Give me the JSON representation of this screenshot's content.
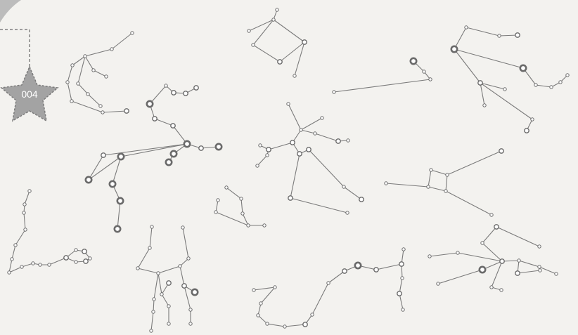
{
  "badge": {
    "number": "004"
  },
  "colors": {
    "background": "#f3f2ef",
    "line": "#7a7a7a",
    "badge_fill": "#a3a3a3"
  },
  "constellations": [
    {
      "id": "c1",
      "stars": [
        [
          188,
          47,
          "s"
        ],
        [
          159,
          70,
          "s"
        ],
        [
          121,
          80,
          "s"
        ],
        [
          103,
          93,
          "s"
        ],
        [
          133,
          100,
          "s"
        ],
        [
          151,
          109,
          "s"
        ],
        [
          96,
          117,
          "s"
        ],
        [
          111,
          119,
          "s"
        ],
        [
          125,
          134,
          "s"
        ],
        [
          102,
          144,
          "s"
        ],
        [
          143,
          151,
          "s"
        ],
        [
          146,
          160,
          "s"
        ],
        [
          180,
          158,
          "m"
        ]
      ],
      "edges": [
        [
          0,
          1
        ],
        [
          1,
          2
        ],
        [
          2,
          3
        ],
        [
          2,
          4
        ],
        [
          4,
          5
        ],
        [
          3,
          6
        ],
        [
          6,
          9
        ],
        [
          9,
          11
        ],
        [
          11,
          12
        ],
        [
          2,
          7
        ],
        [
          7,
          8
        ],
        [
          8,
          10
        ]
      ]
    },
    {
      "id": "c2",
      "stars": [
        [
          394,
          14,
          "s"
        ],
        [
          354,
          44,
          "s"
        ],
        [
          389,
          28,
          "s"
        ],
        [
          433,
          60,
          "m"
        ],
        [
          398,
          88,
          "m"
        ],
        [
          360,
          64,
          "s"
        ],
        [
          419,
          108,
          "s"
        ]
      ],
      "edges": [
        [
          0,
          2
        ],
        [
          2,
          1
        ],
        [
          2,
          3
        ],
        [
          3,
          4
        ],
        [
          4,
          5
        ],
        [
          5,
          2
        ],
        [
          3,
          6
        ]
      ]
    },
    {
      "id": "c3",
      "stars": [
        [
          475,
          131,
          "s"
        ],
        [
          612,
          113,
          "s"
        ],
        [
          588,
          87,
          "l"
        ],
        [
          603,
          102,
          "s"
        ]
      ],
      "edges": [
        [
          0,
          1
        ],
        [
          1,
          3
        ],
        [
          3,
          2
        ]
      ]
    },
    {
      "id": "c4",
      "stars": [
        [
          663,
          39,
          "s"
        ],
        [
          710,
          51,
          "s"
        ],
        [
          736,
          50,
          "m"
        ],
        [
          646,
          70,
          "l"
        ],
        [
          744,
          97,
          "l"
        ],
        [
          683,
          118,
          "m"
        ],
        [
          718,
          127,
          "s"
        ],
        [
          689,
          150,
          "s"
        ],
        [
          762,
          121,
          "s"
        ],
        [
          784,
          124,
          "s"
        ],
        [
          797,
          117,
          "s"
        ],
        [
          807,
          107,
          "s"
        ],
        [
          757,
          170,
          "s"
        ],
        [
          749,
          186,
          "m"
        ]
      ],
      "edges": [
        [
          0,
          1
        ],
        [
          1,
          2
        ],
        [
          0,
          3
        ],
        [
          3,
          4
        ],
        [
          3,
          5
        ],
        [
          5,
          6
        ],
        [
          5,
          7
        ],
        [
          5,
          12
        ],
        [
          12,
          13
        ],
        [
          4,
          8
        ],
        [
          8,
          9
        ],
        [
          9,
          10
        ],
        [
          10,
          11
        ]
      ]
    },
    {
      "id": "c5",
      "stars": [
        [
          279,
          125,
          "m"
        ],
        [
          264,
          133,
          "m"
        ],
        [
          247,
          132,
          "m"
        ],
        [
          236,
          122,
          "s"
        ],
        [
          213,
          148,
          "l"
        ],
        [
          220,
          169,
          "m"
        ],
        [
          246,
          179,
          "m"
        ],
        [
          266,
          205,
          "l"
        ],
        [
          247,
          219,
          "l"
        ],
        [
          240,
          231,
          "l"
        ],
        [
          286,
          211,
          "m"
        ],
        [
          311,
          209,
          "l"
        ],
        [
          172,
          223,
          "l"
        ],
        [
          147,
          221,
          "m"
        ],
        [
          126,
          256,
          "l"
        ],
        [
          160,
          262,
          "l"
        ],
        [
          171,
          286,
          "l"
        ],
        [
          167,
          326,
          "l"
        ]
      ],
      "edges": [
        [
          0,
          1
        ],
        [
          1,
          2
        ],
        [
          2,
          3
        ],
        [
          3,
          4
        ],
        [
          4,
          5
        ],
        [
          5,
          6
        ],
        [
          6,
          7
        ],
        [
          7,
          8
        ],
        [
          8,
          9
        ],
        [
          7,
          10
        ],
        [
          10,
          11
        ],
        [
          7,
          13
        ],
        [
          7,
          12
        ],
        [
          13,
          14
        ],
        [
          12,
          14
        ],
        [
          12,
          15
        ],
        [
          15,
          16
        ],
        [
          16,
          17
        ]
      ]
    },
    {
      "id": "c6",
      "stars": [
        [
          410,
          148,
          "s"
        ],
        [
          428,
          185,
          "s"
        ],
        [
          458,
          168,
          "s"
        ],
        [
          448,
          190,
          "s"
        ],
        [
          481,
          201,
          "m"
        ],
        [
          495,
          200,
          "s"
        ],
        [
          416,
          203,
          "m"
        ],
        [
          426,
          219,
          "m"
        ],
        [
          439,
          213,
          "m"
        ],
        [
          370,
          207,
          "s"
        ],
        [
          382,
          213,
          "m"
        ],
        [
          380,
          221,
          "s"
        ],
        [
          366,
          236,
          "s"
        ],
        [
          413,
          282,
          "m"
        ],
        [
          489,
          266,
          "s"
        ],
        [
          514,
          284,
          "m"
        ],
        [
          494,
          303,
          "s"
        ]
      ],
      "edges": [
        [
          0,
          1
        ],
        [
          1,
          2
        ],
        [
          1,
          3
        ],
        [
          3,
          4
        ],
        [
          4,
          5
        ],
        [
          1,
          6
        ],
        [
          6,
          10
        ],
        [
          10,
          9
        ],
        [
          10,
          11
        ],
        [
          11,
          12
        ],
        [
          6,
          7
        ],
        [
          7,
          8
        ],
        [
          7,
          13
        ],
        [
          8,
          14
        ],
        [
          14,
          15
        ],
        [
          13,
          16
        ]
      ]
    },
    {
      "id": "c7",
      "stars": [
        [
          713,
          215,
          "m"
        ],
        [
          613,
          242,
          "s"
        ],
        [
          636,
          249,
          "s"
        ],
        [
          609,
          266,
          "s"
        ],
        [
          634,
          272,
          "s"
        ],
        [
          549,
          261,
          "s"
        ],
        [
          699,
          306,
          "s"
        ]
      ],
      "edges": [
        [
          0,
          2
        ],
        [
          1,
          2
        ],
        [
          1,
          3
        ],
        [
          3,
          4
        ],
        [
          4,
          2
        ],
        [
          5,
          3
        ],
        [
          4,
          6
        ]
      ]
    },
    {
      "id": "c8",
      "stars": [
        [
          322,
          267,
          "s"
        ],
        [
          310,
          285,
          "s"
        ],
        [
          343,
          283,
          "s"
        ],
        [
          307,
          302,
          "s"
        ],
        [
          345,
          304,
          "s"
        ],
        [
          353,
          321,
          "s"
        ],
        [
          376,
          321,
          "s"
        ]
      ],
      "edges": [
        [
          0,
          2
        ],
        [
          2,
          4
        ],
        [
          4,
          5
        ],
        [
          5,
          6
        ],
        [
          1,
          3
        ],
        [
          3,
          5
        ]
      ]
    },
    {
      "id": "c9",
      "stars": [
        [
          42,
          272,
          "s"
        ],
        [
          35,
          291,
          "s"
        ],
        [
          34,
          303,
          "s"
        ],
        [
          36,
          327,
          "s"
        ],
        [
          22,
          349,
          "s"
        ],
        [
          17,
          369,
          "s"
        ],
        [
          13,
          388,
          "s"
        ],
        [
          31,
          380,
          "s"
        ],
        [
          47,
          375,
          "s"
        ],
        [
          57,
          377,
          "s"
        ],
        [
          70,
          377,
          "s"
        ],
        [
          94,
          367,
          "m"
        ],
        [
          108,
          356,
          "s"
        ],
        [
          120,
          358,
          "m"
        ],
        [
          128,
          368,
          "s"
        ],
        [
          122,
          372,
          "m"
        ],
        [
          108,
          373,
          "s"
        ]
      ],
      "edges": [
        [
          0,
          1
        ],
        [
          1,
          2
        ],
        [
          2,
          3
        ],
        [
          3,
          4
        ],
        [
          4,
          5
        ],
        [
          5,
          6
        ],
        [
          6,
          7
        ],
        [
          7,
          8
        ],
        [
          8,
          9
        ],
        [
          9,
          10
        ],
        [
          10,
          11
        ],
        [
          11,
          12
        ],
        [
          12,
          13
        ],
        [
          13,
          14
        ],
        [
          14,
          15
        ],
        [
          15,
          16
        ],
        [
          16,
          11
        ]
      ]
    },
    {
      "id": "c10",
      "stars": [
        [
          216,
          323,
          "s"
        ],
        [
          260,
          324,
          "s"
        ],
        [
          213,
          353,
          "s"
        ],
        [
          268,
          368,
          "s"
        ],
        [
          196,
          382,
          "s"
        ],
        [
          225,
          389,
          "s"
        ],
        [
          256,
          379,
          "s"
        ],
        [
          230,
          419,
          "s"
        ],
        [
          240,
          403,
          "m"
        ],
        [
          262,
          407,
          "m"
        ],
        [
          277,
          416,
          "l"
        ],
        [
          219,
          426,
          "s"
        ],
        [
          218,
          444,
          "s"
        ],
        [
          215,
          471,
          "s"
        ],
        [
          240,
          436,
          "s"
        ],
        [
          240,
          461,
          "s"
        ],
        [
          271,
          441,
          "s"
        ],
        [
          271,
          461,
          "s"
        ]
      ],
      "edges": [
        [
          0,
          2
        ],
        [
          2,
          4
        ],
        [
          4,
          5
        ],
        [
          1,
          3
        ],
        [
          3,
          6
        ],
        [
          6,
          5
        ],
        [
          5,
          7
        ],
        [
          7,
          8
        ],
        [
          6,
          9
        ],
        [
          9,
          10
        ],
        [
          5,
          11
        ],
        [
          11,
          12
        ],
        [
          12,
          13
        ],
        [
          7,
          14
        ],
        [
          14,
          15
        ],
        [
          9,
          16
        ],
        [
          16,
          17
        ]
      ]
    },
    {
      "id": "c11",
      "stars": [
        [
          361,
          413,
          "s"
        ],
        [
          391,
          409,
          "s"
        ],
        [
          371,
          432,
          "s"
        ],
        [
          367,
          449,
          "s"
        ],
        [
          380,
          461,
          "s"
        ],
        [
          405,
          465,
          "s"
        ],
        [
          434,
          462,
          "m"
        ],
        [
          444,
          448,
          "s"
        ],
        [
          467,
          403,
          "s"
        ],
        [
          490,
          386,
          "m"
        ],
        [
          509,
          378,
          "l"
        ],
        [
          535,
          384,
          "m"
        ],
        [
          571,
          376,
          "m"
        ],
        [
          574,
          355,
          "s"
        ],
        [
          572,
          396,
          "s"
        ],
        [
          568,
          418,
          "m"
        ],
        [
          573,
          441,
          "s"
        ]
      ],
      "edges": [
        [
          0,
          1
        ],
        [
          1,
          2
        ],
        [
          2,
          3
        ],
        [
          3,
          4
        ],
        [
          4,
          5
        ],
        [
          5,
          6
        ],
        [
          6,
          7
        ],
        [
          7,
          8
        ],
        [
          8,
          9
        ],
        [
          9,
          10
        ],
        [
          10,
          11
        ],
        [
          11,
          12
        ],
        [
          12,
          13
        ],
        [
          12,
          14
        ],
        [
          14,
          15
        ],
        [
          15,
          16
        ]
      ]
    },
    {
      "id": "c12",
      "stars": [
        [
          706,
          323,
          "m"
        ],
        [
          686,
          346,
          "s"
        ],
        [
          767,
          351,
          "s"
        ],
        [
          611,
          365,
          "s"
        ],
        [
          651,
          360,
          "s"
        ],
        [
          714,
          372,
          "m"
        ],
        [
          738,
          371,
          "s"
        ],
        [
          736,
          389,
          "m"
        ],
        [
          768,
          385,
          "s"
        ],
        [
          767,
          380,
          "s"
        ],
        [
          791,
          390,
          "s"
        ],
        [
          686,
          384,
          "l"
        ],
        [
          699,
          409,
          "s"
        ],
        [
          713,
          413,
          "s"
        ],
        [
          623,
          404,
          "s"
        ]
      ],
      "edges": [
        [
          0,
          1
        ],
        [
          0,
          2
        ],
        [
          1,
          5
        ],
        [
          3,
          4
        ],
        [
          4,
          5
        ],
        [
          5,
          6
        ],
        [
          6,
          9
        ],
        [
          9,
          10
        ],
        [
          6,
          7
        ],
        [
          7,
          8
        ],
        [
          5,
          11
        ],
        [
          11,
          14
        ],
        [
          5,
          12
        ],
        [
          12,
          13
        ]
      ]
    }
  ]
}
